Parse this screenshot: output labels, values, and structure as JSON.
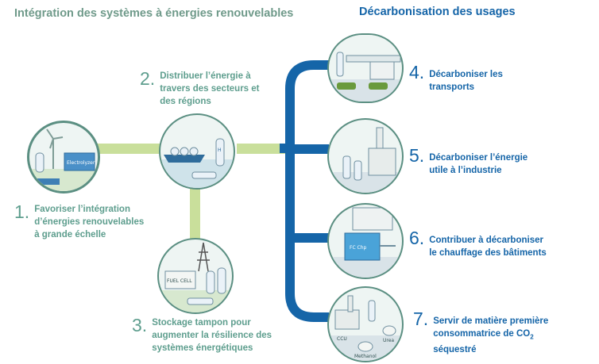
{
  "headers": {
    "left": "Intégration des systèmes à énergies renouvelables",
    "right": "Décarbonisation des usages"
  },
  "steps": [
    {
      "num": "1.",
      "lines": [
        "Favoriser l’intégration",
        "d’énergies renouvelables",
        "à grande échelle"
      ]
    },
    {
      "num": "2.",
      "lines": [
        "Distribuer l’énergie à",
        "travers des secteurs et",
        "des régions"
      ]
    },
    {
      "num": "3.",
      "lines": [
        "Stockage tampon pour",
        "augmenter la résilience des",
        "systèmes énergétiques"
      ]
    },
    {
      "num": "4.",
      "lines": [
        "Décarboniser les",
        "transports"
      ]
    },
    {
      "num": "5.",
      "lines": [
        "Décarboniser l’énergie",
        "utile à l’industrie"
      ]
    },
    {
      "num": "6.",
      "lines": [
        "Contribuer à décarboniser",
        "le chauffage des bâtiments"
      ]
    },
    {
      "num": "7.",
      "line1": "Servir de matière première",
      "line2_prefix": "consommatrice de CO",
      "line2_sub": "2",
      "line3": "séquestré"
    }
  ],
  "icon_labels": {
    "electrolyzer": "Electrolyzer",
    "h2_tank": "H",
    "h2_sub": "2",
    "fuel_cell": "FUEL CELL",
    "fc_chp": "FC Chp",
    "ccu": "CCU",
    "urea": "Urea",
    "methanol": "Methanol"
  },
  "colors": {
    "green_link": "#c9df9b",
    "blue_bus": "#1565a8",
    "teal_text": "#5e9e8e",
    "circle_border": "#5b8f82"
  }
}
